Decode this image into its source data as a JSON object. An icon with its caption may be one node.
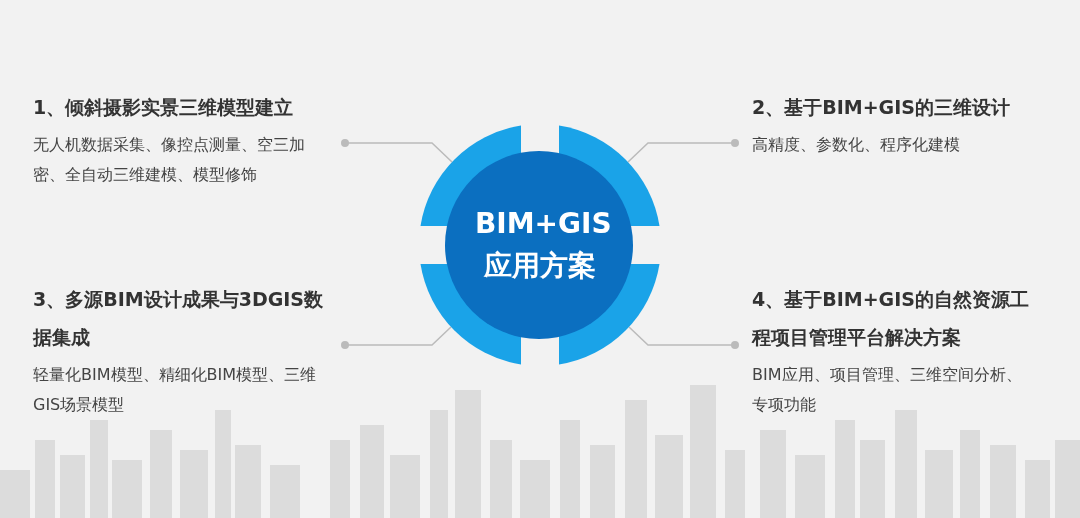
{
  "diagram": {
    "nodes": [
      {
        "text": [
          "BIM+GIS应用方案"
        ]
      },
      {
        "text": [
          "1、倾斜摄影实景三维模型建立",
          "无人机数据采集、像控点测量、空三加密、全自动三维建模、模型修饰"
        ]
      },
      {
        "text": [
          "2、基于BIM+GIS的三维设计",
          "高精度、参数化、程序化建模"
        ]
      },
      {
        "text": [
          "3、多源BIM设计成果与3DGIS数据集成",
          "轻量化BIM模型、精细化BIM模型、三维GIS场景模型"
        ]
      },
      {
        "text": [
          "4、基于BIM+GIS的自然资源工程项目管理平台解决方案",
          "BIM应用、项目管理、三维空间分析、专项功能"
        ]
      }
    ],
    "edges": [
      {
        "from": 1,
        "to": 0,
        "arrow": "other"
      },
      {
        "from": 2,
        "to": 0,
        "arrow": "other"
      },
      {
        "from": 3,
        "to": 0,
        "arrow": "other"
      },
      {
        "from": 4,
        "to": 0,
        "arrow": "other"
      }
    ]
  }
}
